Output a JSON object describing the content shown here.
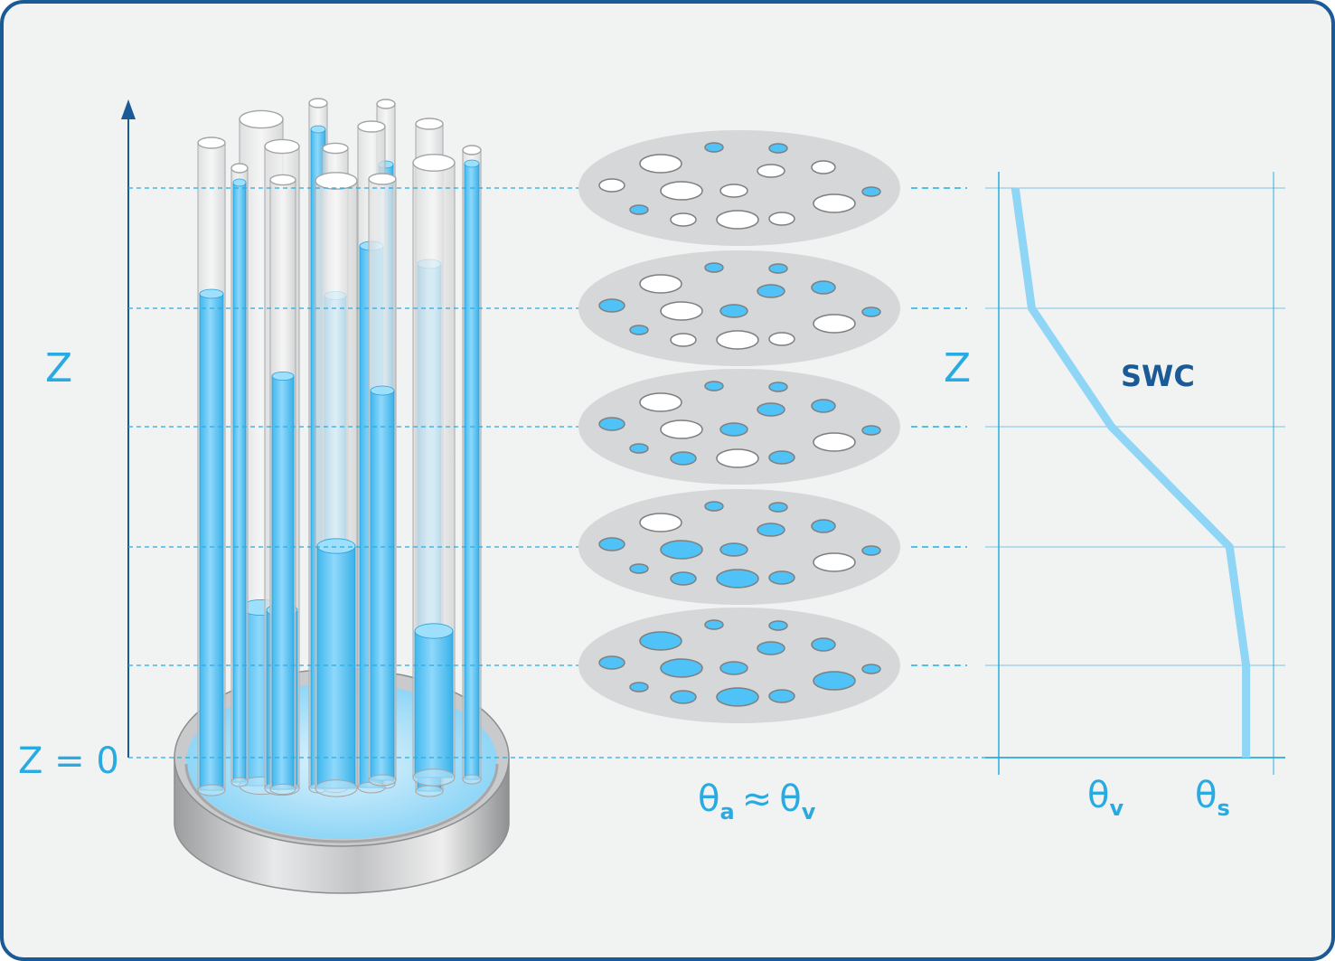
{
  "colors": {
    "frame_border": "#1a5a96",
    "background": "#f1f2f2",
    "water": "#4fc3f7",
    "water_light": "#aee3fa",
    "axis": "#1a5a96",
    "accent_text": "#29abe2",
    "dark_text": "#1a5a96",
    "disk": "#d6d7d8",
    "curve": "#8fd6f6"
  },
  "labels": {
    "z_left": "Z",
    "z_zero": "Z = 0",
    "theta_approx": {
      "a": "θ",
      "a_sub": "a",
      "approx": "≈",
      "v": "θ",
      "v_sub": "v"
    },
    "z_right": "Z",
    "swc": "SWC",
    "theta_v": {
      "sym": "θ",
      "sub": "v"
    },
    "theta_s": {
      "sym": "θ",
      "sub": "s"
    }
  },
  "swc_profile": [
    0.06,
    0.12,
    0.41,
    0.84,
    0.9,
    0.9
  ]
}
